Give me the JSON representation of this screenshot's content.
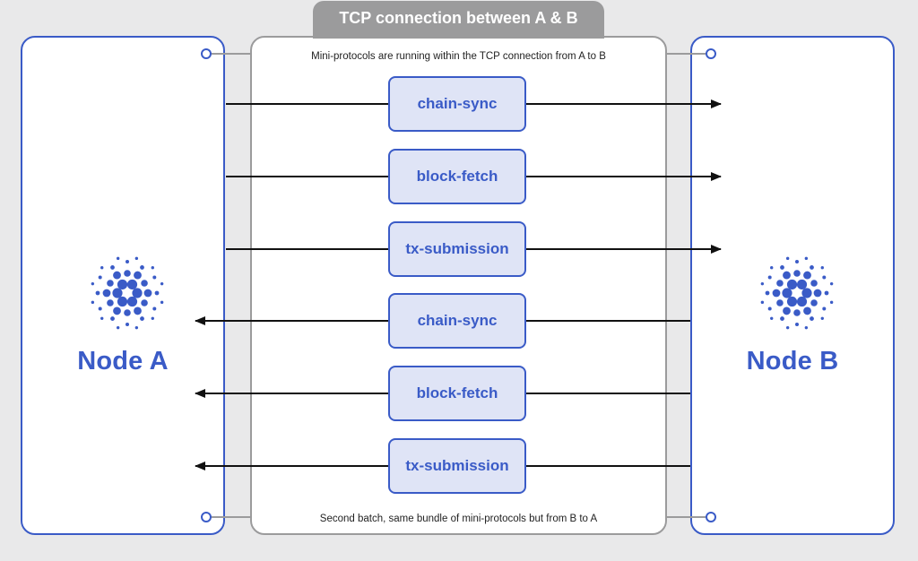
{
  "tcp_title": "TCP connection between A & B",
  "caption_top": "Mini-protocols are running within the TCP connection from A to B",
  "caption_bottom": "Second batch, same bundle of mini-protocols but from B to A",
  "node_a": {
    "label": "Node A"
  },
  "node_b": {
    "label": "Node B"
  },
  "protocols_a_to_b": [
    "chain-sync",
    "block-fetch",
    "tx-submission"
  ],
  "protocols_b_to_a": [
    "chain-sync",
    "block-fetch",
    "tx-submission"
  ],
  "colors": {
    "accent": "#3a5bc7",
    "box_fill": "#dfe4f6",
    "connection_gray": "#9b9b9c",
    "background": "#e9e9ea",
    "arrow": "#111111"
  },
  "icons": {
    "node_logo": "cardano-logo-icon",
    "connector": "connector-ring-icon"
  }
}
